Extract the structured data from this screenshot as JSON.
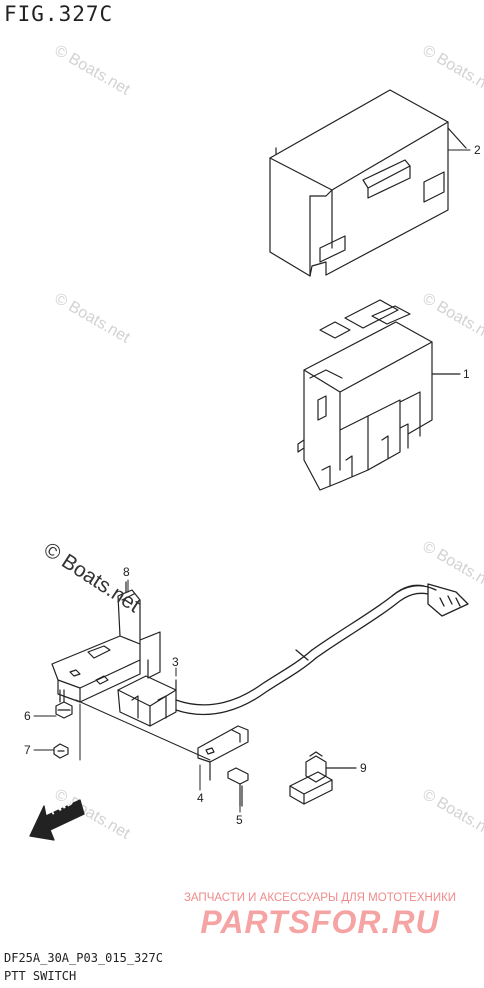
{
  "figure": {
    "title": "FIG.327C",
    "code": "DF25A_30A_P03_015_327C",
    "name": "PTT SWITCH"
  },
  "callouts": {
    "part_1": "1",
    "part_2": "2",
    "part_3": "3",
    "part_4": "4",
    "part_5": "5",
    "part_6": "6",
    "part_7": "7",
    "part_8": "8",
    "part_9": "9"
  },
  "fwd_arrow_label": "FWD",
  "watermarks": {
    "text": "© Boats.net",
    "foreground_text": "© Boats.net"
  },
  "advert": {
    "tagline": "ЗАПЧАСТИ И АКСЕССУАРЫ ДЛЯ МОТОТЕХНИКИ",
    "logo": "PARTSFOR.RU"
  },
  "colors": {
    "line": "#222222",
    "watermark": "#d2d2d2",
    "advert": "#f08a8a"
  }
}
